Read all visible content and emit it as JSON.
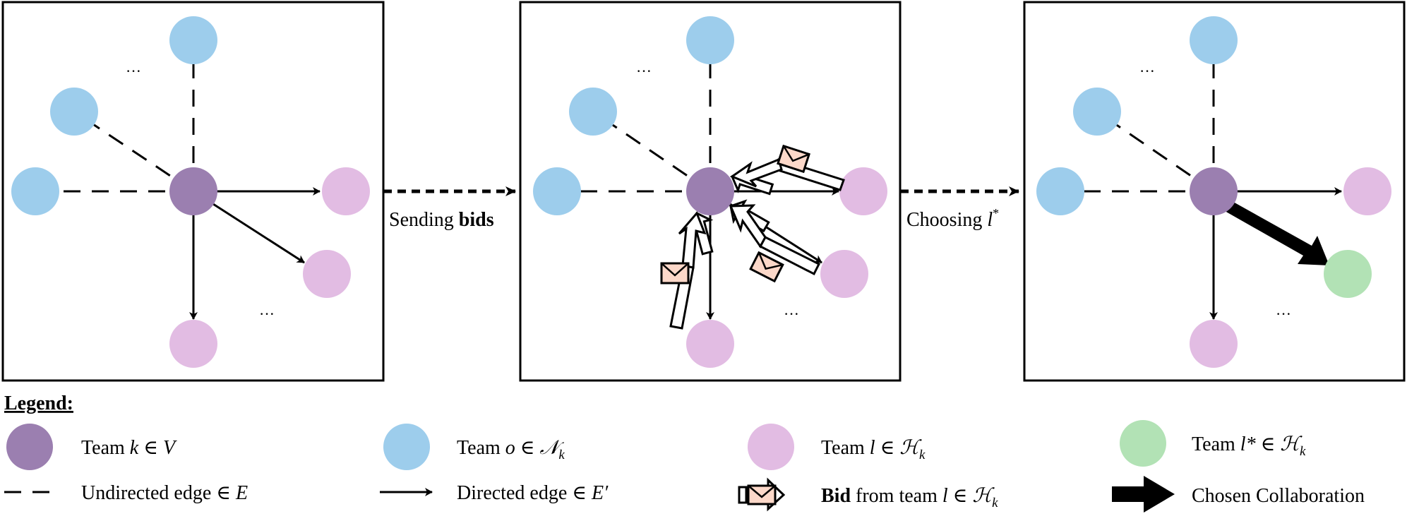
{
  "colors": {
    "focal": "#9b7fb0",
    "neighbor": "#9dcdec",
    "helper": "#e2bce3",
    "chosen": "#b2e2b5",
    "envelope": "#fcd8c9"
  },
  "transitions": {
    "first_prefix": "Sending ",
    "first_bold": "bids",
    "second_prefix": "Choosing ",
    "second_var": "l",
    "second_sup": "*"
  },
  "ellipsis": "···",
  "legend": {
    "title": "Legend:",
    "items": [
      {
        "icon": "focal-team-circle-icon",
        "prefix": "Team ",
        "math": "k ∈ V"
      },
      {
        "icon": "neighbor-team-circle-icon",
        "prefix": "Team ",
        "math": "o ∈ 𝒩",
        "sub": "k"
      },
      {
        "icon": "helper-team-circle-icon",
        "prefix": "Team ",
        "math": "l ∈ ℋ",
        "sub": "k"
      },
      {
        "icon": "chosen-team-circle-icon",
        "prefix": "Team ",
        "math": "l* ∈ ℋ",
        "sub": "k"
      },
      {
        "icon": "dashed-line-icon",
        "text": "Undirected edge ∈ ",
        "math": "E"
      },
      {
        "icon": "arrow-icon",
        "text": "Directed edge ∈ ",
        "math": "E′"
      },
      {
        "icon": "bid-envelope-icon",
        "bold": "Bid",
        "text": " from team ",
        "math": "l ∈ ℋ",
        "sub": "k"
      },
      {
        "icon": "thick-arrow-icon",
        "text": "Chosen Collaboration"
      }
    ]
  }
}
